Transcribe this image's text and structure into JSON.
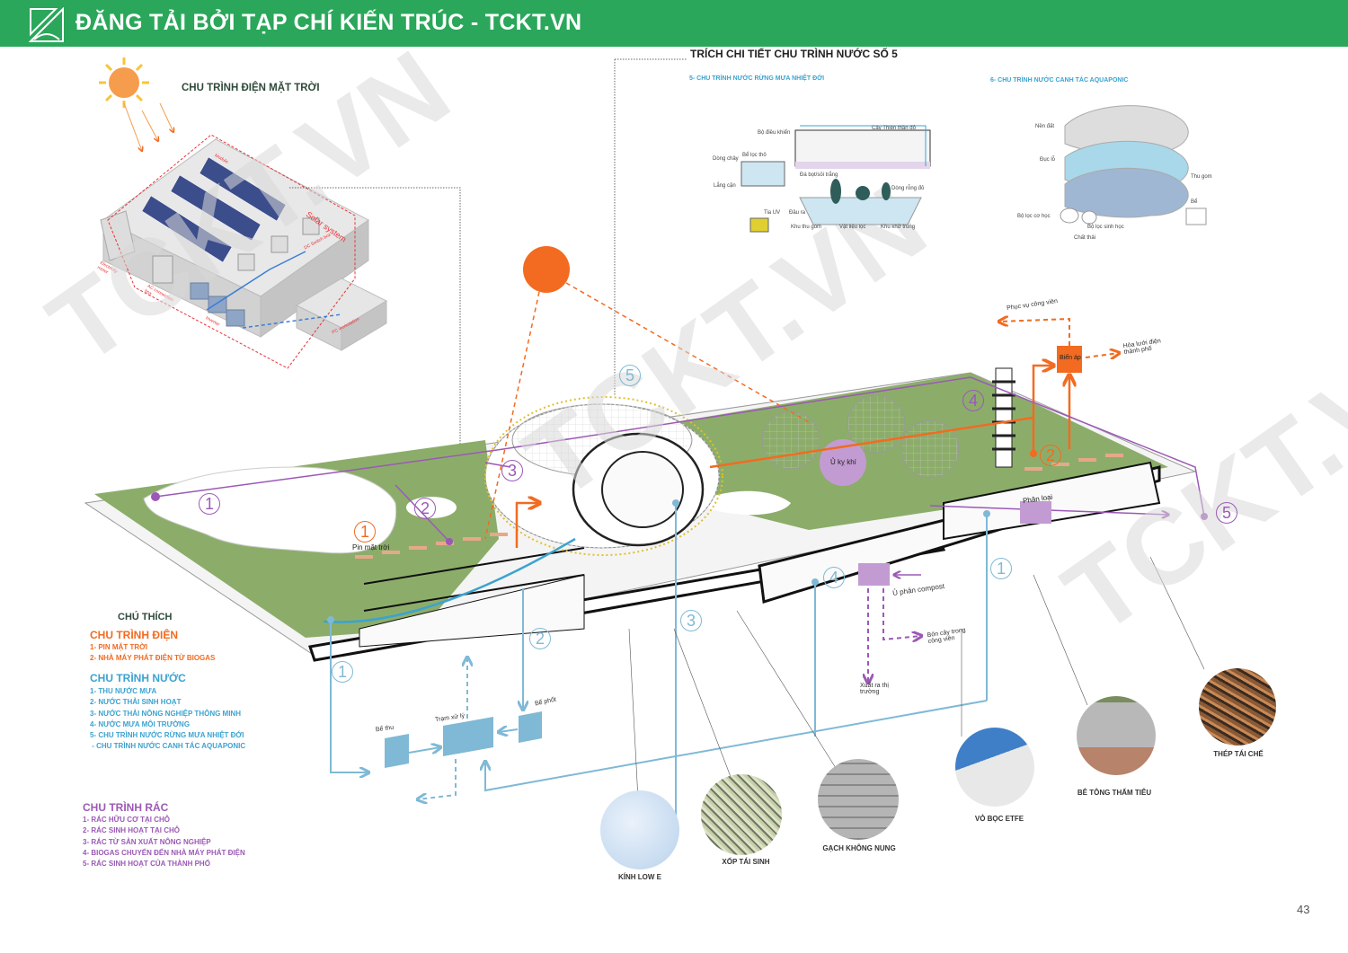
{
  "banner": {
    "title": "ĐĂNG TẢI BỞI TẠP CHÍ KIẾN TRÚC - TCKT.VN",
    "bg_color": "#2aa75a",
    "logo_icon": "tckt-logo-icon"
  },
  "watermark": "TCKT.VN",
  "solar": {
    "title": "CHU TRÌNH ĐIỆN MẶT TRỜI",
    "system_label": "Solar system",
    "module_label": "Module",
    "dc_label": "DC Switch box",
    "inverter_label": "Inverter",
    "ac_label": "AC connection box",
    "pc_label": "PC workstation",
    "meter_label": "Electricity meter"
  },
  "detail": {
    "title": "TRÍCH CHI TIẾT CHU TRÌNH NƯỚC SỐ 5",
    "rainforest": {
      "title": "5- CHU TRÌNH NƯỚC RỪNG MƯA NHIỆT ĐỚI",
      "labels": [
        "Bộ điều khiển",
        "Cây Thiên thần đỏ",
        "Dòng chảy",
        "Bể lọc thô",
        "Lắng cặn",
        "Đá bọt/sỏi trắng",
        "Dòng rỗng đỏ",
        "Tia UV",
        "Đầu ra",
        "Khu thu gom",
        "Vật liệu lọc",
        "Khu khử trùng"
      ]
    },
    "aquaponic": {
      "title": "6- CHU TRÌNH NƯỚC CANH TÁC AQUAPONIC",
      "labels": [
        "Nền đất",
        "Đục lỗ",
        "Thu gom",
        "Bể",
        "Bộ lọc cơ học",
        "Bộ lọc sinh học",
        "Chất thải"
      ]
    }
  },
  "callouts": {
    "transformer": "Biến áp",
    "park_service": "Phục vụ công viên",
    "city_grid": "Hòa lưới điện thành phố",
    "solar_panel": "Pin mặt trời",
    "biogas": "Ủ kỵ khí",
    "manure": "Phân loại",
    "compost": "Ủ phân compost",
    "fertilize": "Bón cây trong công viên",
    "export": "Xuất ra thị trường",
    "collect_tank": "Bể thu",
    "treatment": "Trạm xử lý",
    "septic": "Bể phốt"
  },
  "numbers": {
    "purple": [
      "1",
      "2",
      "3",
      "4",
      "5"
    ],
    "orange": [
      "1",
      "2"
    ],
    "blue": [
      "1",
      "2",
      "3",
      "4",
      "5",
      "1"
    ]
  },
  "legend": {
    "title": "CHÚ THÍCH",
    "electric": {
      "title": "CHU TRÌNH ĐIỆN",
      "color": "#f26b21",
      "items": [
        "1- PIN MẶT TRỜI",
        "2- NHÀ MÁY PHÁT ĐIỆN TỪ BIOGAS"
      ]
    },
    "water": {
      "title": "CHU TRÌNH NƯỚC",
      "color": "#3ba3d0",
      "items": [
        "1- THU NƯỚC MƯA",
        "2- NƯỚC THẢI SINH HOẠT",
        "3- NƯỚC THẢI NÔNG NGHIỆP THÔNG MINH",
        "4- NƯỚC MƯA MÔI TRƯỜNG",
        "5- CHU TRÌNH NƯỚC RỪNG MƯA NHIỆT ĐỚI",
        " - CHU TRÌNH NƯỚC CANH TÁC AQUAPONIC"
      ]
    },
    "waste": {
      "title": "CHU TRÌNH RÁC",
      "color": "#9b59b6",
      "items": [
        "1- RÁC HỮU CƠ TẠI CHỖ",
        "2- RÁC SINH HOẠT TẠI CHỖ",
        "3- RÁC TỪ SẢN XUẤT NÔNG NGHIỆP",
        "4- BIOGAS CHUYỂN ĐẾN NHÀ MÁY PHÁT ĐIỆN",
        "5- RÁC SINH HOẠT CỦA THÀNH PHỐ"
      ]
    }
  },
  "materials": [
    {
      "label": "KÍNH LOW E",
      "icon": "glass-icon"
    },
    {
      "label": "XỐP TÁI SINH",
      "icon": "foam-icon"
    },
    {
      "label": "GẠCH KHÔNG NUNG",
      "icon": "brick-icon"
    },
    {
      "label": "VỎ BỌC ETFE",
      "icon": "etfe-icon"
    },
    {
      "label": "BÊ TÔNG THẤM TIÊU",
      "icon": "concrete-icon"
    },
    {
      "label": "THÉP TÁI CHẾ",
      "icon": "steel-icon"
    }
  ],
  "page_number": "43",
  "colors": {
    "grass": "#8cad6a",
    "orange": "#f26b21",
    "blue": "#7fb9d6",
    "purple": "#9b59b6",
    "dark_green": "#2e4a3a",
    "solar_red": "#e8333a"
  }
}
